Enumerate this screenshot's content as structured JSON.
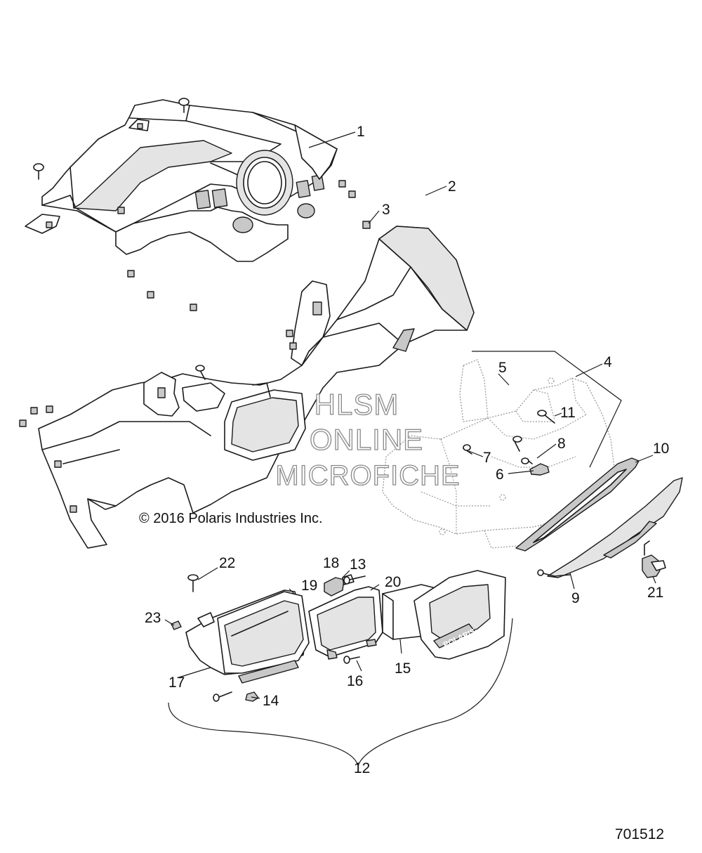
{
  "callouts": {
    "c1": "1",
    "c2": "2",
    "c3": "3",
    "c4": "4",
    "c5": "5",
    "c6": "6",
    "c7": "7",
    "c8": "8",
    "c9": "9",
    "c10": "10",
    "c11": "11",
    "c12": "12",
    "c13": "13",
    "c14": "14",
    "c15": "15",
    "c16": "16",
    "c17": "17",
    "c18": "18",
    "c19": "19",
    "c20": "20",
    "c21": "21",
    "c22": "22",
    "c23": "23"
  },
  "copyright": "© 2016 Polaris Industries Inc.",
  "watermark": [
    "HLSM",
    "ONLINE",
    "MICROFICHE"
  ],
  "figure_number": "701512",
  "cover_logo": "POLARIS"
}
